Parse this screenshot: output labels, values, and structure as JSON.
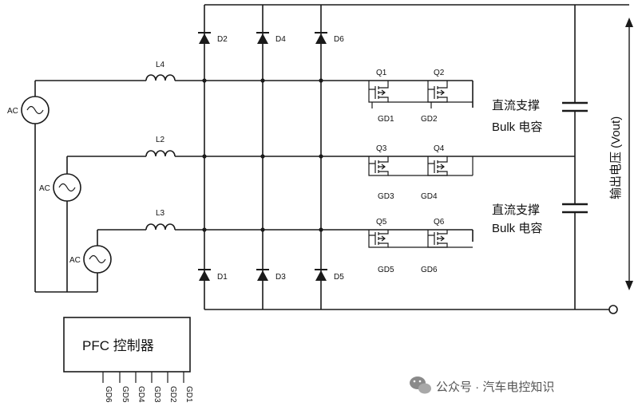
{
  "sources": [
    {
      "id": "ac1",
      "label": "AC"
    },
    {
      "id": "ac2",
      "label": "AC"
    },
    {
      "id": "ac3",
      "label": "AC"
    }
  ],
  "inductors": [
    {
      "id": "L4",
      "label": "L4"
    },
    {
      "id": "L2",
      "label": "L2"
    },
    {
      "id": "L3",
      "label": "L3"
    }
  ],
  "diodes": [
    {
      "id": "D2",
      "label": "D2"
    },
    {
      "id": "D4",
      "label": "D4"
    },
    {
      "id": "D6",
      "label": "D6"
    },
    {
      "id": "D1",
      "label": "D1"
    },
    {
      "id": "D3",
      "label": "D3"
    },
    {
      "id": "D5",
      "label": "D5"
    }
  ],
  "switches": [
    {
      "id": "Q1",
      "label": "Q1",
      "gate": "GD1"
    },
    {
      "id": "Q2",
      "label": "Q2",
      "gate": "GD2"
    },
    {
      "id": "Q3",
      "label": "Q3",
      "gate": "GD3"
    },
    {
      "id": "Q4",
      "label": "Q4",
      "gate": "GD4"
    },
    {
      "id": "Q5",
      "label": "Q5",
      "gate": "GD5"
    },
    {
      "id": "Q6",
      "label": "Q6",
      "gate": "GD6"
    }
  ],
  "capacitors": [
    {
      "line1": "直流支撑",
      "line2": "Bulk 电容"
    },
    {
      "line1": "直流支撑",
      "line2": "Bulk 电容"
    }
  ],
  "output": {
    "label": "输出电压 (Vout)"
  },
  "controller": {
    "label": "PFC 控制器",
    "pins": [
      "GD6",
      "GD5",
      "GD4",
      "GD3",
      "GD2",
      "GD1"
    ]
  },
  "watermark": {
    "text": "公众号 · 汽车电控知识"
  }
}
